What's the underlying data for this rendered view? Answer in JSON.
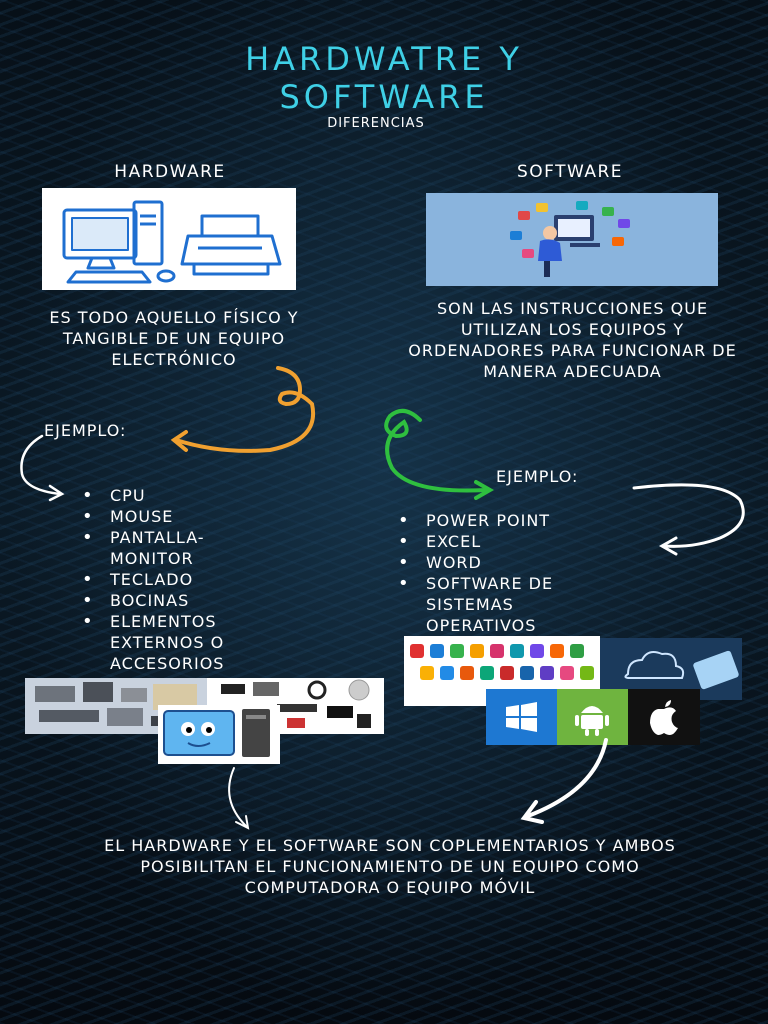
{
  "title_line1": "HARDWATRE Y",
  "title_line2": "SOFTWARE",
  "subtitle": "DIFERENCIAS",
  "hardware": {
    "heading": "HARDWARE",
    "description": "ES TODO AQUELLO FÍSICO Y TANGIBLE DE UN EQUIPO ELECTRÓNICO",
    "example_label": "EJEMPLO:",
    "items": [
      "CPU",
      "MOUSE",
      "PANTALLA- MONITOR",
      "TECLADO",
      "BOCINAS",
      "ELEMENTOS EXTERNOS O ACCESORIOS"
    ]
  },
  "software": {
    "heading": "SOFTWARE",
    "description": "SON LAS INSTRUCCIONES QUE UTILIZAN LOS EQUIPOS Y ORDENADORES PARA FUNCIONAR DE MANERA ADECUADA",
    "example_label": "EJEMPLO:",
    "items": [
      "POWER POINT",
      "EXCEL",
      "WORD",
      "SOFTWARE DE SISTEMAS OPERATIVOS"
    ]
  },
  "conclusion": "EL HARDWARE Y EL SOFTWARE SON COPLEMENTARIOS Y AMBOS POSIBILITAN EL FUNCIONAMIENTO DE UN EQUIPO COMO COMPUTADORA O EQUIPO MÓVIL",
  "colors": {
    "title": "#3fd0e6",
    "orange_arrow": "#f0a030",
    "green_arrow": "#2fbf3f",
    "white_arrow": "#ffffff"
  }
}
